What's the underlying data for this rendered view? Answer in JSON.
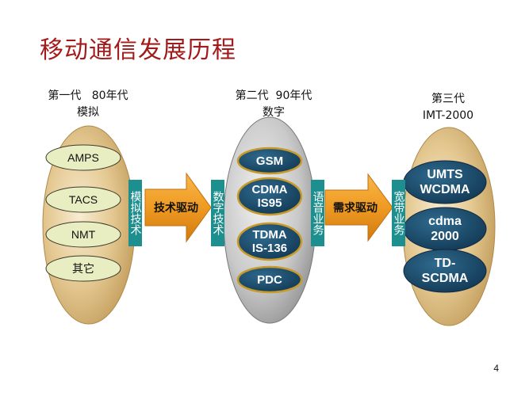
{
  "title": "移动通信发展历程",
  "generations": [
    {
      "label_line1": "第一代   80年代",
      "label_line2": "模拟",
      "systems": [
        "AMPS",
        "TACS",
        "NMT",
        "其它"
      ]
    },
    {
      "label_line1": "第二代  90年代",
      "label_line2": "数字",
      "systems": [
        "GSM",
        "CDMA\nIS95",
        "TDMA\nIS-136",
        "PDC"
      ]
    },
    {
      "label_line1": "第三代",
      "label_line2": "IMT-2000",
      "systems": [
        "UMTS\nWCDMA",
        "cdma\n2000",
        "TD-\nSCDMA"
      ]
    }
  ],
  "side_labels": [
    "模拟技术",
    "数字技术",
    "语音业务",
    "宽带业务"
  ],
  "arrows": [
    {
      "label": "技术驱动"
    },
    {
      "label": "需求驱动"
    }
  ],
  "page_number": "4",
  "colors": {
    "title": "#a31a1a",
    "teal": "#1e8f8f",
    "navy_pill": "#1a4a6b",
    "olive_pill": "#e9edc2",
    "arrow": "#e8941a"
  }
}
